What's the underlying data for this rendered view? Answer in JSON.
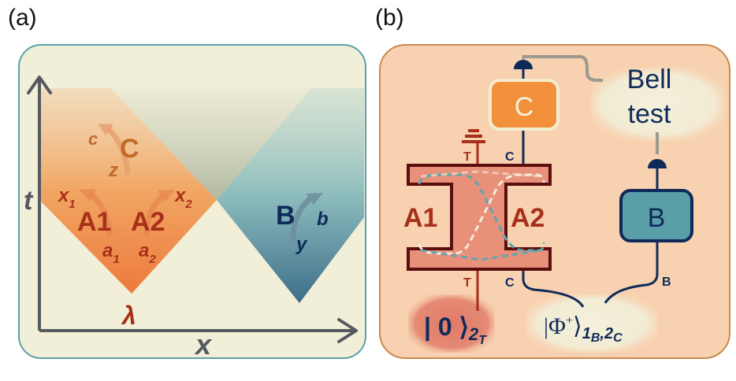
{
  "panels": {
    "a": {
      "label": "(a)",
      "axis_t": "t",
      "axis_x": "x",
      "source": "λ",
      "party_a1": "A1",
      "party_a2": "A2",
      "party_c": "C",
      "party_b": "B",
      "input_a1": "x",
      "input_a1_sub": "1",
      "input_a2": "x",
      "input_a2_sub": "2",
      "output_a1": "a",
      "output_a1_sub": "1",
      "output_a2": "a",
      "output_a2_sub": "2",
      "input_c": "z",
      "output_c": "c",
      "input_b": "y",
      "output_b": "b"
    },
    "b": {
      "label": "(b)",
      "box_c": "C",
      "box_b": "B",
      "bell_line1": "Bell",
      "bell_line2": "test",
      "party_a1": "A1",
      "party_a2": "A2",
      "port_t_top": "T",
      "port_c_top": "C",
      "port_t_bottom": "T",
      "port_c_bottom": "C",
      "port_b": "B",
      "state_zero_ket": "| 0 ⟩",
      "state_zero_sub": "2",
      "state_zero_subsub": "T",
      "state_phi_ket": "|Φ",
      "state_phi_sup": "+",
      "state_phi_close": "⟩",
      "state_phi_sub1": "1",
      "state_phi_sub1b": "B",
      "state_phi_comma": ",",
      "state_phi_sub2": "2",
      "state_phi_sub2b": "C"
    }
  },
  "colors": {
    "panel_a_border": "#5aa0a8",
    "panel_a_bg": "#f2efd9",
    "panel_b_border": "#c88a50",
    "panel_b_bg": "#f8d2b0",
    "orange_cone": "#ee8a45",
    "teal_cone": "#4a8a98",
    "dark_red": "#a8301a",
    "navy": "#0f2a5a",
    "axis_gray": "#555a60",
    "box_c_fill": "#f2903c",
    "box_b_fill": "#5a9ea8",
    "beamsplitter_fill": "#e8907a",
    "beamsplitter_stroke": "#5a0e0e"
  }
}
